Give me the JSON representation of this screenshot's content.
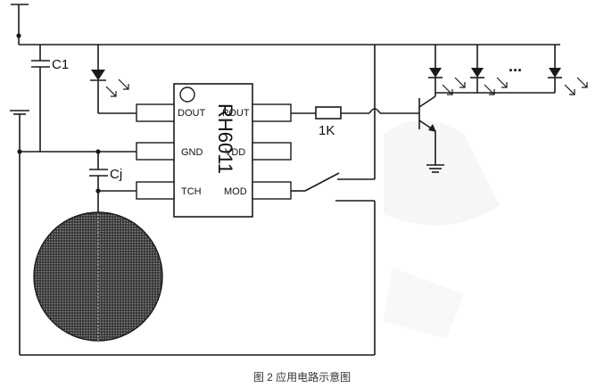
{
  "ic": {
    "name": "RH6011",
    "pins": {
      "dout": "DOUT",
      "gnd": "GND",
      "tch": "TCH",
      "pout": "POUT",
      "vdd": "VDD",
      "mod": "MOD"
    }
  },
  "components": {
    "c1": "C1",
    "cj": "Cj",
    "resistor": "1K",
    "ellipsis": "..."
  },
  "caption": "图 2  应用电路示意图",
  "colors": {
    "line": "#1a1a1a",
    "pad_fill": "#3a3a3a",
    "watermark": "#e9e9e9"
  }
}
